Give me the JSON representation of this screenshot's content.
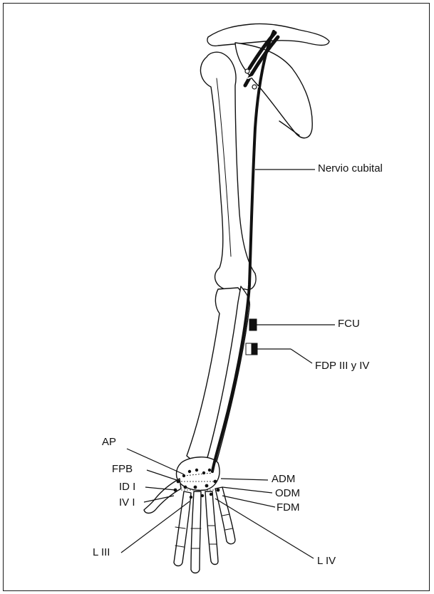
{
  "labels": {
    "nerve": "Nervio cubital",
    "fcu": "FCU",
    "fdp": "FDP III y IV",
    "ap": "AP",
    "fpb": "FPB",
    "id1": "ID I",
    "iv1": "IV I",
    "l3": "L III",
    "adm": "ADM",
    "odm": "ODM",
    "fdm": "FDM",
    "l4": "L IV"
  },
  "colors": {
    "line": "#111111",
    "bone_fill": "#ffffff"
  }
}
